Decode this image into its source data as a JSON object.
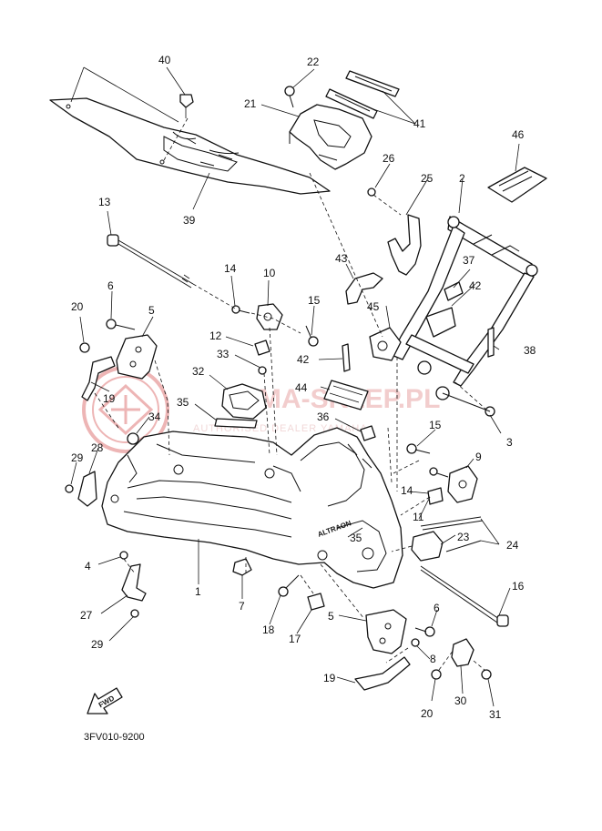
{
  "diagram_code": "3FV010-9200",
  "watermark": {
    "main": "YAMA-SKLEP.PL",
    "sub": "AUTHORISED DEALER YAMAHA",
    "logo_color": "#e07a7a"
  },
  "fwd_label": "FWD",
  "frame_text": "ALTRAON",
  "callouts": {
    "c40": "40",
    "c22": "22",
    "c21": "21",
    "c41": "41",
    "c46": "46",
    "c26": "26",
    "c25": "25",
    "c2": "2",
    "c39": "39",
    "c13": "13",
    "c43": "43",
    "c37": "37",
    "c42a": "42",
    "c14a": "14",
    "c10": "10",
    "c15a": "15",
    "c45": "45",
    "c6a": "6",
    "c5a": "5",
    "c20a": "20",
    "c12": "12",
    "c33": "33",
    "c42b": "42",
    "c38": "38",
    "c32": "32",
    "c44": "44",
    "c19a": "19",
    "c35a": "35",
    "c34": "34",
    "c36": "36",
    "c3": "3",
    "c15b": "15",
    "c29a": "29",
    "c28": "28",
    "c9": "9",
    "c14b": "14",
    "c11": "11",
    "c23": "23",
    "c24": "24",
    "c35b": "35",
    "c1": "1",
    "c4": "4",
    "c16": "16",
    "c7": "7",
    "c18": "18",
    "c17": "17",
    "c27": "27",
    "c5b": "5",
    "c6b": "6",
    "c29b": "29",
    "c8": "8",
    "c19b": "19",
    "c20b": "20",
    "c30": "30",
    "c31": "31"
  }
}
